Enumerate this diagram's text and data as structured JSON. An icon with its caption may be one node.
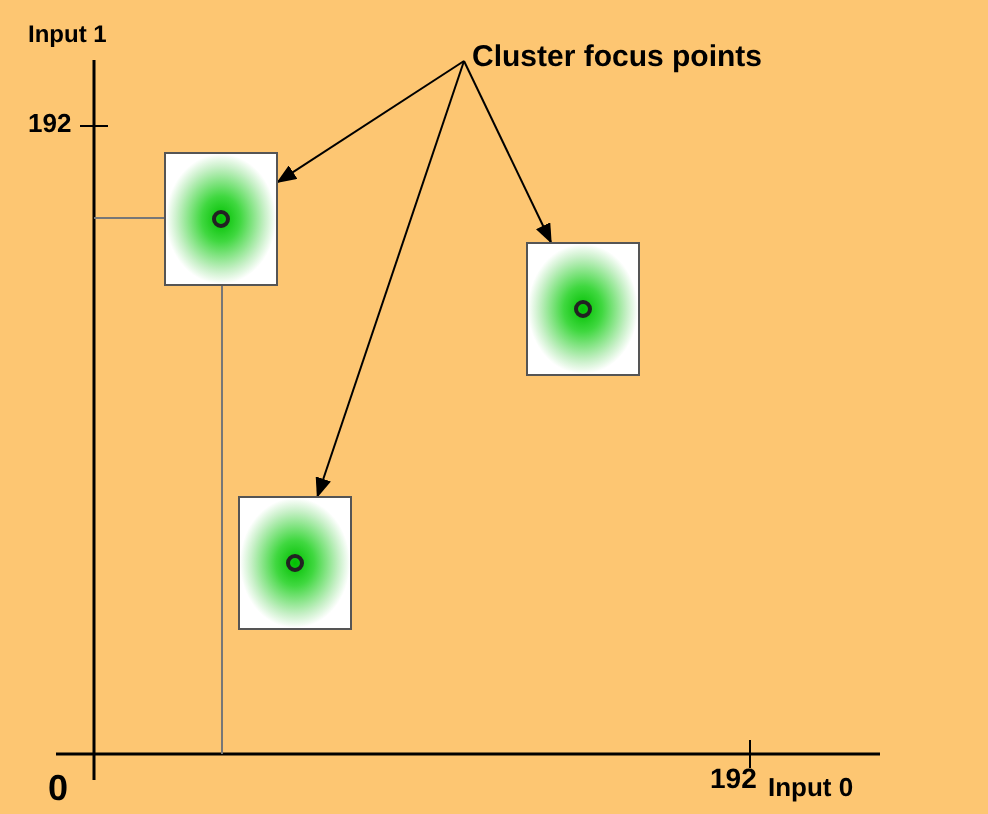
{
  "diagram": {
    "nodes": [
      {
        "text": [
          "Cluster focus points"
        ]
      },
      {
        "text": [],
        "shape": "box"
      },
      {
        "text": [],
        "shape": "box"
      },
      {
        "text": [],
        "shape": "box"
      }
    ],
    "edges": [
      {
        "from": 0,
        "to": 1,
        "arrow": "to"
      },
      {
        "from": 0,
        "to": 2,
        "arrow": "to"
      },
      {
        "from": 0,
        "to": 3,
        "arrow": "to"
      }
    ],
    "labels": [
      "Input 1",
      "192",
      "0",
      "192",
      "Input 0"
    ]
  }
}
